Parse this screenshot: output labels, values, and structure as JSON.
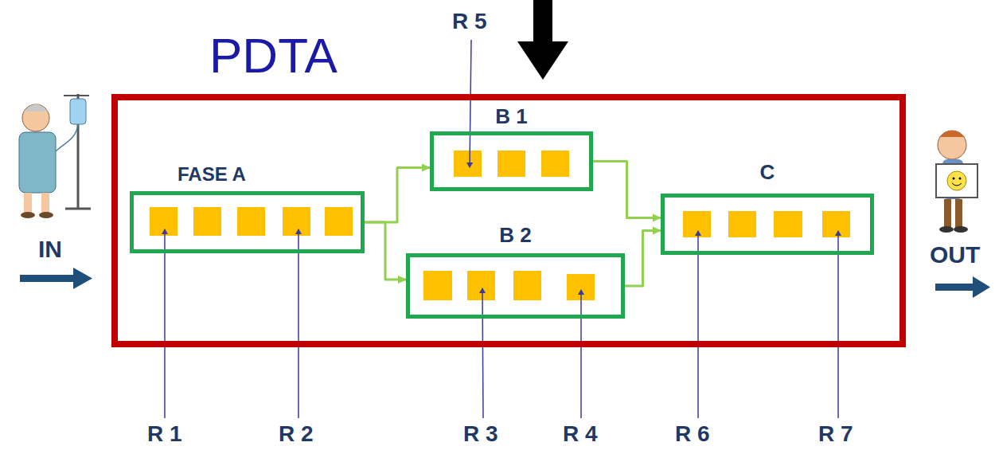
{
  "diagram": {
    "nodes": [
      {
        "text": [
          "PDTA"
        ]
      },
      {
        "text": [
          "FASE A"
        ],
        "in": 0
      },
      {
        "text": [
          "B 1"
        ],
        "in": 0
      },
      {
        "text": [
          "B 2"
        ],
        "in": 0
      },
      {
        "text": [
          "C"
        ],
        "in": 0
      }
    ],
    "edges": [
      {
        "from": 1,
        "to": 2,
        "arrow": "to"
      },
      {
        "from": 1,
        "to": 3,
        "arrow": "to"
      },
      {
        "from": 2,
        "to": 4,
        "arrow": "to"
      },
      {
        "from": 3,
        "to": 4,
        "arrow": "to"
      }
    ],
    "labels": [
      "R 5",
      "IN",
      "OUT",
      "R 1",
      "R 2",
      "R 3",
      "R 4",
      "R 6",
      "R 7"
    ]
  }
}
